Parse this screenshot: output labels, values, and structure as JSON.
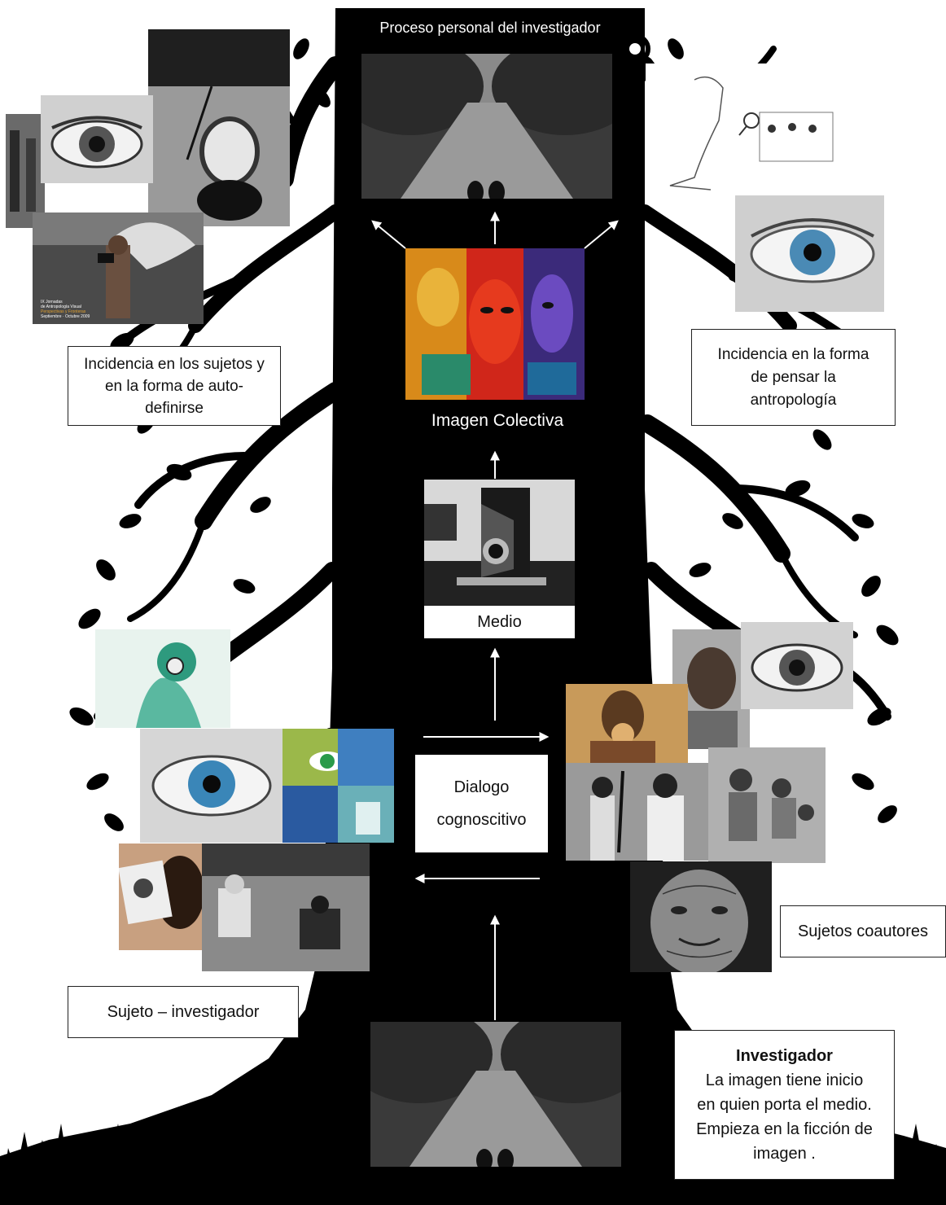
{
  "diagram": {
    "top_title": "Proceso personal del investigador",
    "collective_image_label": "Imagen Colectiva",
    "medium_label": "Medio",
    "dialogue_lines": [
      "Dialogo",
      "cognoscitivo"
    ],
    "left_incidence_lines": [
      "Incidencia en los sujetos y",
      "en la forma de auto-",
      "definirse"
    ],
    "right_incidence_lines": [
      "Incidencia  en la  forma",
      "de pensar la",
      "antropología"
    ],
    "subject_researcher_label": "Sujeto –  investigador",
    "coauthor_subjects_label": "Sujetos coautores",
    "researcher_title": "Investigador",
    "researcher_lines": [
      "La  imagen tiene inicio",
      "en quien porta el  medio.",
      "Empieza  en la ficción de",
      "imagen ."
    ],
    "poster_lines": [
      "IX Jornadas",
      "de Antropología Visual",
      "Perspectivas y Fronteras",
      "Septiembre · Octubre 2009"
    ]
  },
  "colors": {
    "background": "#ffffff",
    "tree": "#000000",
    "trunk": "#000000",
    "arrow": "#ffffff",
    "box_border": "#222222",
    "text_dark": "#111111",
    "text_light": "#ffffff"
  },
  "icons": [
    "arrow-up-icon",
    "arrow-right-icon",
    "arrow-left-icon",
    "arrow-up-left-icon",
    "arrow-up-right-icon"
  ]
}
